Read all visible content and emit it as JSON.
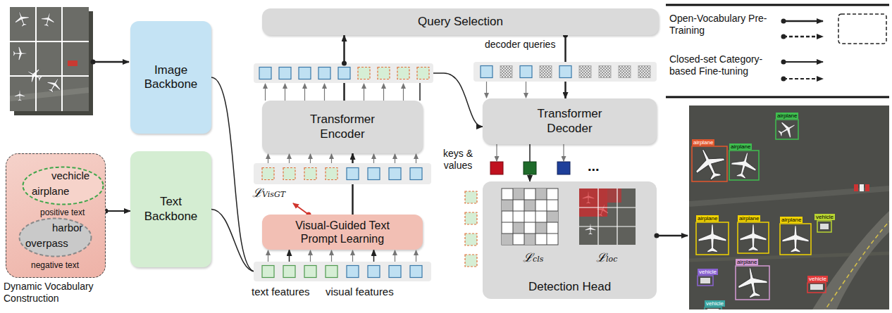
{
  "diagram": {
    "nodes": [
      {
        "text": [
          "Image Backbone"
        ]
      },
      {
        "text": [
          "Text Backbone"
        ]
      },
      {
        "text": [
          "Dynamic Vocabulary Construction"
        ]
      },
      {
        "text": [
          "vechicle",
          "airplane",
          "positive text"
        ],
        "in": 2
      },
      {
        "text": [
          "harbor",
          "overpass",
          "negative text"
        ],
        "in": 2
      },
      {
        "text": [
          "Visual-Guided Text Prompt Learning"
        ]
      },
      {
        "text": [
          "Transformer Encoder"
        ]
      },
      {
        "text": [
          "Query Selection"
        ]
      },
      {
        "text": [
          "Transformer Decoder"
        ]
      },
      {
        "text": [
          "Detection Head"
        ]
      }
    ],
    "edges": [
      {
        "from": 2,
        "to": 1,
        "arrow": "to"
      },
      {
        "from": 0,
        "to": 5,
        "arrow": "to"
      },
      {
        "from": 1,
        "to": 5,
        "arrow": "to"
      },
      {
        "from": 5,
        "to": 6,
        "arrow": "to"
      },
      {
        "from": 6,
        "to": 7,
        "arrow": "to"
      },
      {
        "from": 7,
        "to": 8,
        "arrow": "to"
      },
      {
        "from": 6,
        "to": 8,
        "label": "keys & values",
        "arrow": "to"
      },
      {
        "from": 8,
        "to": 9,
        "arrow": "to"
      }
    ],
    "labels": [
      "text features",
      "visual features",
      "ℒVisGT",
      "decoder queries",
      "...",
      "ℒcls",
      "ℒloc",
      "airplane",
      "airplane",
      "airplane",
      "vehicle",
      "airplane",
      "airplane",
      "airplane",
      "airplane",
      "vehicle",
      "vehicle",
      "vehicle"
    ],
    "legend": [
      {
        "text": "Open-Vocabulary Pre-Training"
      },
      {
        "text": "Closed-set Category-based Fine-tuning"
      }
    ]
  }
}
